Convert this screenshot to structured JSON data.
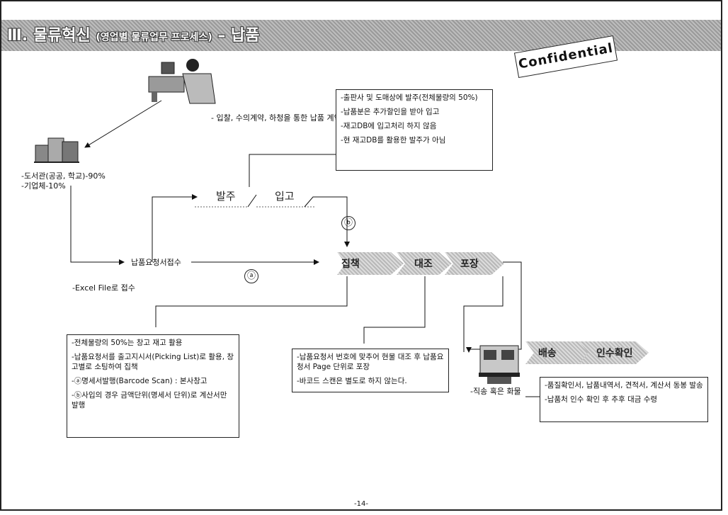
{
  "header": {
    "title_main": "Ⅲ. 물류혁신",
    "title_sub": "(영업별 물류업무 프로세스)",
    "title_tail": " – 납품",
    "stamp": "Confidential"
  },
  "labels": {
    "contract": "- 입찰, 수의계약, 하청을 통한 납품 계약",
    "customer_1": "-도서관(공공, 학교)-90%",
    "customer_2": "-기업체-10%",
    "order_receipt": "납품요청서접수",
    "excel": "-Excel File로 접수",
    "order_stage": "발주",
    "inbound_stage": "입고",
    "delivery_note": "-직송 혹은 화물"
  },
  "markers": {
    "a": "ⓐ",
    "b": "ⓑ"
  },
  "process": {
    "steps": [
      "집책",
      "대조",
      "포장"
    ],
    "delivery_steps": [
      "배송",
      "인수확인"
    ]
  },
  "boxes": {
    "purchase": [
      "-출판사 및 도매상에 발주(전체물량의 50%)",
      "-납품분은 추가할인을 받아 입고",
      "-재고DB에 입고처리 하지 않음",
      "-현 재고DB를 활용한 발주가 아님"
    ],
    "picking": [
      "-전체물량의 50%는 창고 재고 활용",
      "-납품요청서를 출고지시서(Picking List)로 활용, 창고별로 소팅하여 집책",
      "-ⓐ명세서발행(Barcode Scan) : 본사창고",
      "-ⓑ사입의 경우 금액단위(명세서 단위)로 계산서만 발행"
    ],
    "check": [
      "-납품요청서 번호에 맞추어 현물 대조 후 납품요청서 Page 단위로 포장",
      "-바코드 스캔은 별도로 하지 않는다."
    ],
    "confirm": [
      "-품질확인서, 납품내역서, 견적서, 계산서 동봉 발송",
      "-납품처 인수 확인 후 추후 대금 수령"
    ]
  },
  "page_number": "-14-"
}
